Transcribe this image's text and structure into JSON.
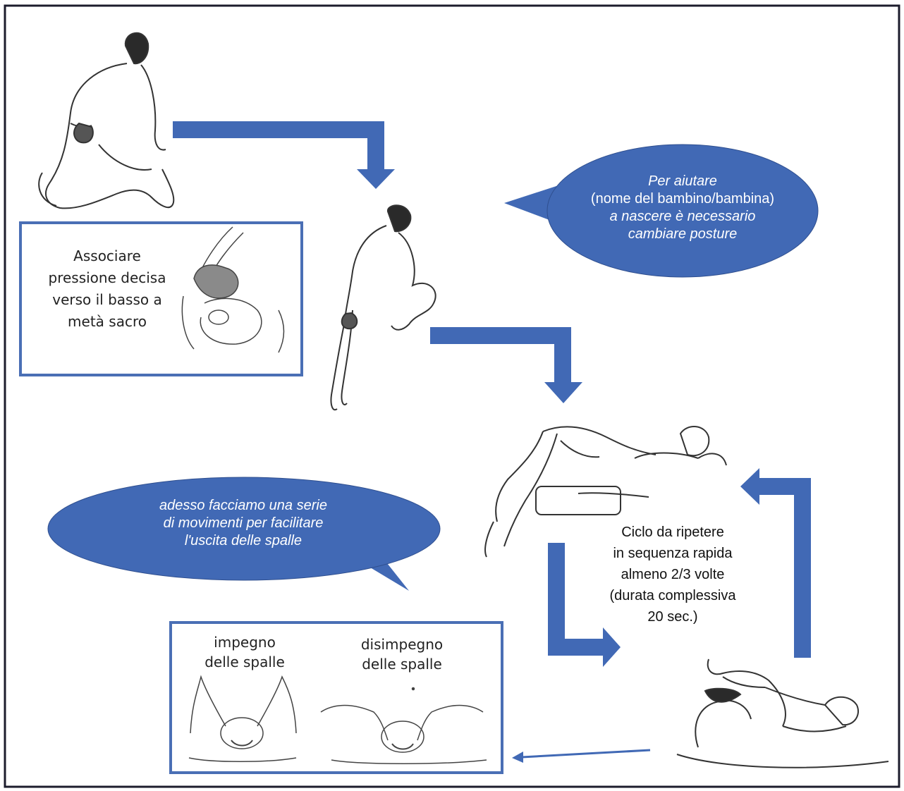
{
  "bubble_top": {
    "line1": "Per aiutare",
    "line2": "(nome del bambino/bambina)",
    "line3": "a nascere è necessario",
    "line4": "cambiare posture"
  },
  "bubble_bottom": {
    "line1": "adesso facciamo una serie",
    "line2": "di movimenti per facilitare",
    "line3": "l'uscita delle spalle"
  },
  "pressure_box": {
    "line1": "Associare",
    "line2": "pressione decisa",
    "line3": "verso il basso a",
    "line4": "metà sacro"
  },
  "cycle_note": {
    "line1": "Ciclo da ripetere",
    "line2": "in sequenza rapida",
    "line3": "almeno 2/3 volte",
    "line4": "(durata complessiva",
    "line5": "20 sec.)"
  },
  "shoulders_box": {
    "left_line1": "impegno",
    "left_line2": "delle spalle",
    "right_line1": "disimpegno",
    "right_line2": "delle spalle"
  },
  "colors": {
    "accent_blue": "#4169b5",
    "frame": "#1c1c2c",
    "line_art": "#333333"
  }
}
